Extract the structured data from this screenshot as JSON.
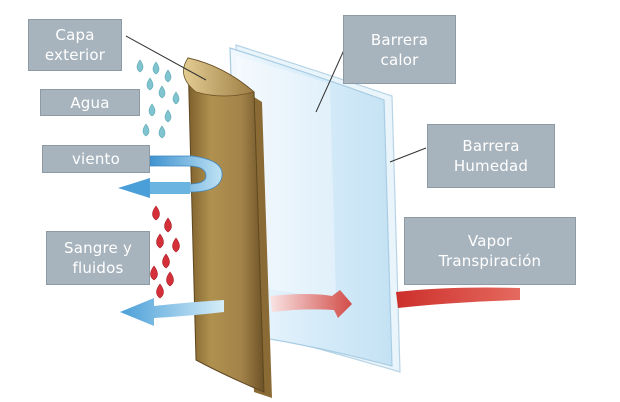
{
  "labels": {
    "outer_layer": [
      "Capa",
      "exterior"
    ],
    "water": "Agua",
    "wind": "viento",
    "blood_fluids": [
      "Sangre y",
      "fluidos"
    ],
    "heat_barrier": [
      "Barrera",
      "calor"
    ],
    "moisture_barrier": [
      "Barrera",
      "Humedad"
    ],
    "vapor": [
      "Vapor",
      "Transpiración"
    ]
  },
  "colors": {
    "label_bg": "#a8b4bd",
    "label_text": "#ffffff",
    "outer_layer": "#a3834a",
    "heat_barrier": "#dceefa",
    "wind_arrow": "#5aa9dc",
    "water_drops": "#7fc4cf",
    "blood_drops": "#d5303a",
    "vapor_arrow": "#d8433c"
  }
}
